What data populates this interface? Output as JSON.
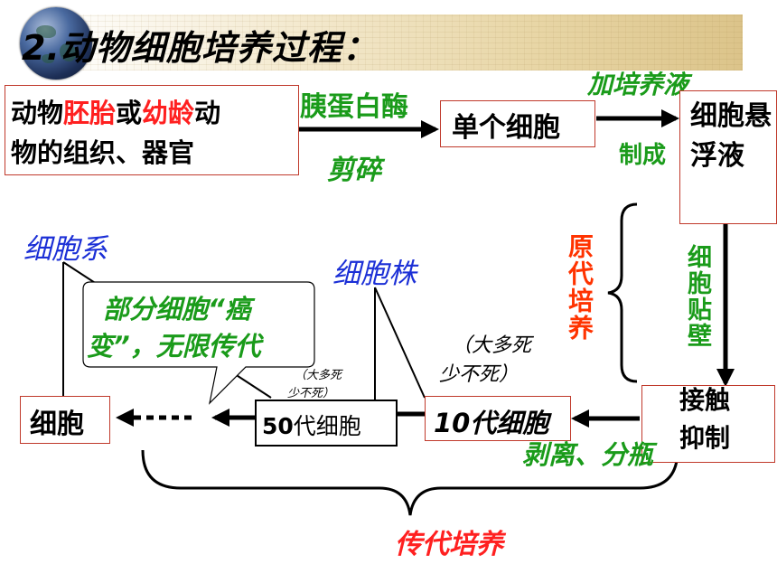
{
  "title": "2.动物细胞培养过程：",
  "source_box": {
    "part1": "动物",
    "highlight1": "胚胎",
    "part2": "或",
    "highlight2": "幼龄",
    "part3": "动",
    "line2": "物的组织、器官"
  },
  "enzyme_label": "胰蛋白酶",
  "cut_label": "剪碎",
  "single_cell": "单个细胞",
  "add_medium": "加培养液",
  "make_label": "制成",
  "suspension": "细胞悬浮液",
  "primary_culture": "原代培养",
  "adhere": "细胞贴壁",
  "contact_inhibition": "接触抑制",
  "detach_label": "剥离、分瓶",
  "ten_gen": "10代细胞",
  "fifty_gen_num": "50",
  "fifty_gen_text": "代细胞",
  "cell_label": "细胞",
  "cell_line": "细胞系",
  "cell_strain": "细胞株",
  "note_mostly_die_1": "（大多死",
  "note_mostly_die_2": "少不死）",
  "note_small_1": "（大多死",
  "note_small_2": "少不死）",
  "callout_line1": "部分细胞“癌",
  "callout_line2": "变”，无限传代",
  "subculture": "传代培养",
  "colors": {
    "border_red": "#c0392b",
    "text_green": "#1a9b1a",
    "text_blue": "#1b2fd6",
    "text_red": "#ff2020",
    "text_orange": "#ff3300"
  }
}
